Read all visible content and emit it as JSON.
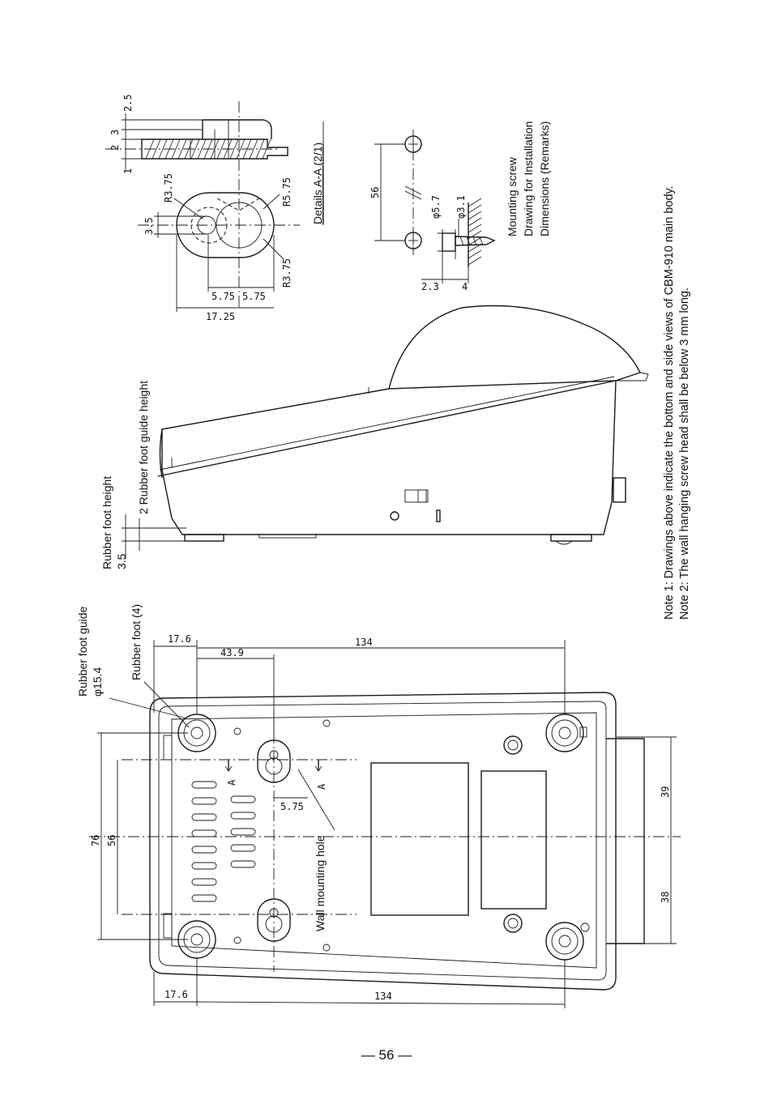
{
  "labels": {
    "rubber_foot_guide": "Rubber foot guide",
    "rubber_foot_guide_dia": "φ15.4",
    "rubber_foot": "Rubber foot (4)",
    "rubber_foot_height": "Rubber foot height",
    "rubber_foot_guide_height": "2  Rubber foot guide height",
    "rubber_foot_height_val": "3.5",
    "wall_mounting_hole": "Wall mounting hole",
    "section_marker": "A",
    "details_title": "Details A-A (2/1)",
    "mounting_screw": "Mounting screw",
    "drawing_title": "Drawing for Installation",
    "drawing_subtitle": "Dimensions (Remarks)"
  },
  "dimensions": {
    "bottom_offset_top": "17.6",
    "bottom_hole_offset": "43.9",
    "bottom_width_top": "134",
    "bottom_offset_bottom": "17.6",
    "bottom_width_bottom": "134",
    "depth_76": "76",
    "depth_56": "56",
    "hole_575": "5.75",
    "rear_39": "39",
    "rear_38": "38",
    "detail_r375_top": "R3.75",
    "detail_r575": "R5.75",
    "detail_r375_bottom": "R3.75",
    "detail_35": "3.5",
    "detail_575_a": "5.75",
    "detail_575_b": "5.75",
    "detail_1725": "17.25",
    "detail_1": "1",
    "detail_23": "2",
    "detail_3": "3",
    "detail_25": "2.5",
    "screw_56": "56",
    "screw_phi57": "φ5.7",
    "screw_phi31": "φ3.1",
    "screw_23": "2.3",
    "screw_4": "4"
  },
  "notes": {
    "note1": "Note 1: Drawings above indicate the bottom and side views of CBM-910 main body.",
    "note2": "Note 2: The wall hanging screw head shall be below 3 mm long."
  },
  "page_number": "— 56 —"
}
